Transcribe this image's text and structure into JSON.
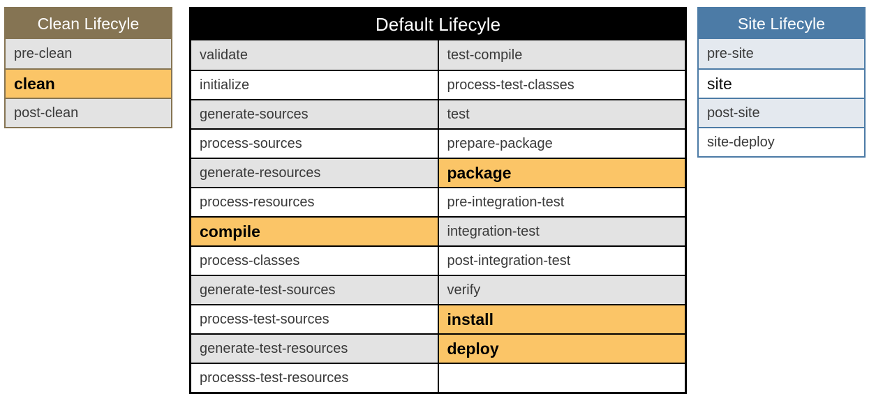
{
  "clean_lifecycle": {
    "title": "Clean Lifecyle",
    "header_color": "#857453",
    "border_color": "#857453",
    "rows": [
      {
        "label": "pre-clean",
        "fill": "gray",
        "highlight": false
      },
      {
        "label": "clean",
        "fill": "orange",
        "highlight": true
      },
      {
        "label": "post-clean",
        "fill": "gray",
        "highlight": false
      }
    ]
  },
  "default_lifecycle": {
    "title": "Default Lifecyle",
    "header_color": "#000000",
    "border_color": "#000000",
    "rows": [
      {
        "left": {
          "label": "validate",
          "fill": "gray",
          "highlight": false
        },
        "right": {
          "label": "test-compile",
          "fill": "gray",
          "highlight": false
        }
      },
      {
        "left": {
          "label": "initialize",
          "fill": "white",
          "highlight": false
        },
        "right": {
          "label": "process-test-classes",
          "fill": "white",
          "highlight": false
        }
      },
      {
        "left": {
          "label": "generate-sources",
          "fill": "gray",
          "highlight": false
        },
        "right": {
          "label": "test",
          "fill": "gray",
          "highlight": false
        }
      },
      {
        "left": {
          "label": "process-sources",
          "fill": "white",
          "highlight": false
        },
        "right": {
          "label": "prepare-package",
          "fill": "white",
          "highlight": false
        }
      },
      {
        "left": {
          "label": "generate-resources",
          "fill": "gray",
          "highlight": false
        },
        "right": {
          "label": "package",
          "fill": "orange",
          "highlight": true
        }
      },
      {
        "left": {
          "label": "process-resources",
          "fill": "white",
          "highlight": false
        },
        "right": {
          "label": "pre-integration-test",
          "fill": "white",
          "highlight": false
        }
      },
      {
        "left": {
          "label": "compile",
          "fill": "orange",
          "highlight": true
        },
        "right": {
          "label": "integration-test",
          "fill": "gray",
          "highlight": false
        }
      },
      {
        "left": {
          "label": "process-classes",
          "fill": "white",
          "highlight": false
        },
        "right": {
          "label": "post-integration-test",
          "fill": "white",
          "highlight": false
        }
      },
      {
        "left": {
          "label": "generate-test-sources",
          "fill": "gray",
          "highlight": false
        },
        "right": {
          "label": "verify",
          "fill": "gray",
          "highlight": false
        }
      },
      {
        "left": {
          "label": "process-test-sources",
          "fill": "white",
          "highlight": false
        },
        "right": {
          "label": "install",
          "fill": "orange",
          "highlight": true
        }
      },
      {
        "left": {
          "label": "generate-test-resources",
          "fill": "gray",
          "highlight": false
        },
        "right": {
          "label": "deploy",
          "fill": "orange",
          "highlight": true
        }
      },
      {
        "left": {
          "label": "processs-test-resources",
          "fill": "white",
          "highlight": false
        },
        "right": {
          "label": "",
          "fill": "white",
          "highlight": false
        }
      }
    ]
  },
  "site_lifecycle": {
    "title": "Site Lifecyle",
    "header_color": "#4c7ba6",
    "border_color": "#4c7ba6",
    "rows": [
      {
        "label": "pre-site",
        "fill": "bgray",
        "highlight": false,
        "emphasis": false
      },
      {
        "label": "site",
        "fill": "white",
        "highlight": false,
        "emphasis": true
      },
      {
        "label": "post-site",
        "fill": "bgray",
        "highlight": false,
        "emphasis": false
      },
      {
        "label": "site-deploy",
        "fill": "white",
        "highlight": false,
        "emphasis": false
      }
    ]
  },
  "palette": {
    "highlight": "#fbc567",
    "gray": "#e3e3e3",
    "blue_gray": "#e4e9ef",
    "white": "#ffffff",
    "text": "#3a3a3a",
    "text_strong": "#000000"
  }
}
